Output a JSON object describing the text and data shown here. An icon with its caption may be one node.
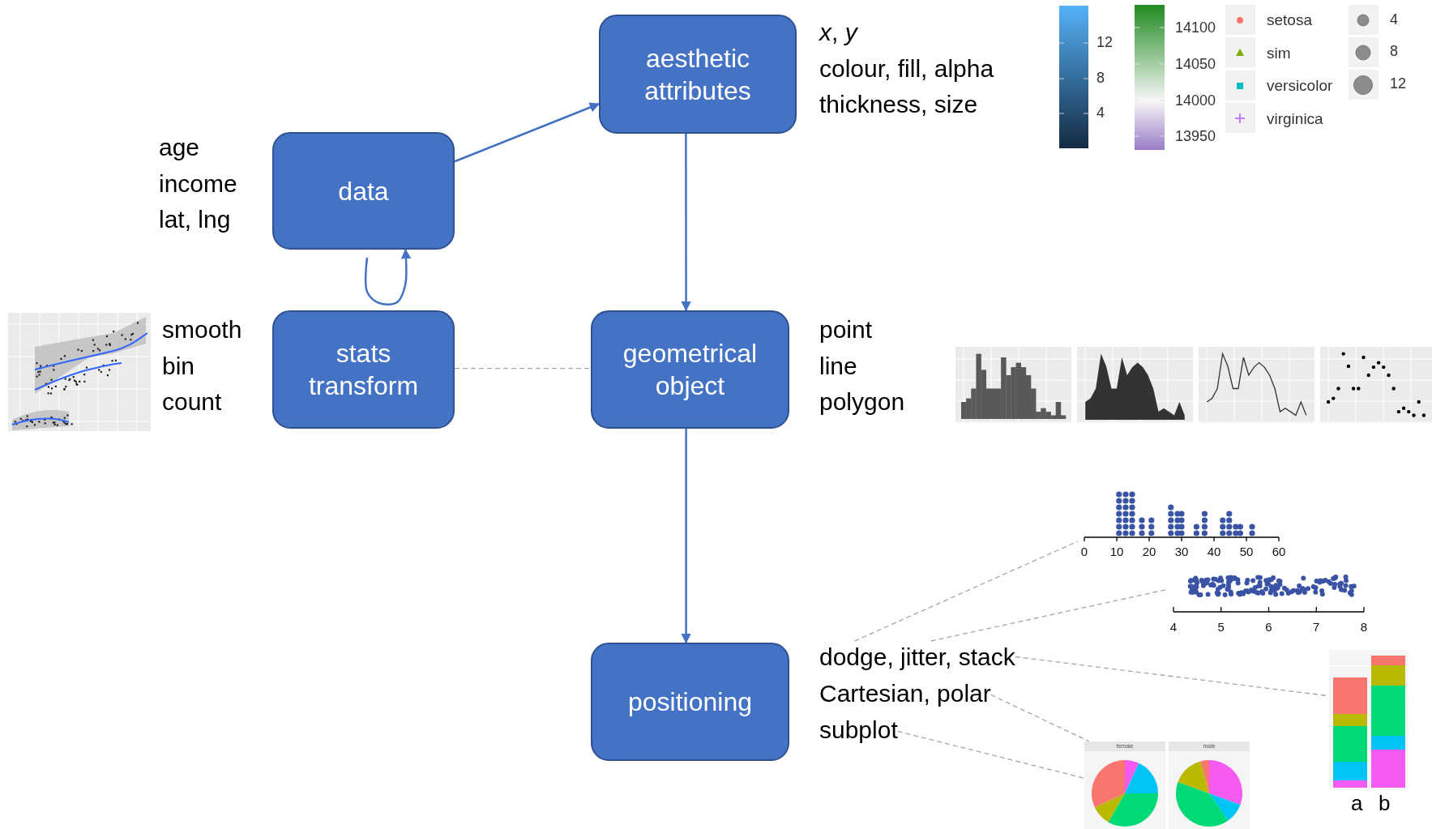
{
  "diagram": {
    "nodes": [
      {
        "text": [
          "aesthetic attributes"
        ],
        "beside": [
          "*x*, *y*",
          "colour, fill, alpha",
          "thickness, size"
        ]
      },
      {
        "text": [
          "data"
        ],
        "beside": [
          "age",
          "income",
          "lat, lng"
        ]
      },
      {
        "text": [
          "stats transform"
        ],
        "beside": [
          "smooth",
          "bin",
          "count"
        ]
      },
      {
        "text": [
          "geometrical object"
        ],
        "beside": [
          "point",
          "line",
          "polygon"
        ]
      },
      {
        "text": [],
        "shape": "picture"
      },
      {
        "text": [],
        "shape": "picture"
      },
      {
        "text": [
          "positioning"
        ]
      },
      {
        "text": [
          "dodge, jitter, stack"
        ]
      },
      {
        "text": [
          "Cartesian, polar"
        ]
      },
      {
        "text": [
          "subplot"
        ]
      },
      {
        "text": [],
        "shape": "picture",
        "beside": [
          "a",
          "b"
        ]
      },
      {
        "text": [],
        "shape": "picture"
      }
    ],
    "edges": [
      {
        "from": 1,
        "to": 0,
        "arrow": "to",
        "color": "#4472c4"
      },
      {
        "from": 0,
        "to": 3,
        "arrow": "to",
        "color": "#4472c4"
      },
      {
        "from": 3,
        "to": 6,
        "arrow": "to",
        "color": "#4472c4"
      },
      {
        "from": null,
        "to": 1,
        "arrow": "to",
        "color": "#4472c4"
      },
      {
        "from": 2,
        "to": 3,
        "arrow": "none",
        "style": "dashed"
      },
      {
        "from": 7,
        "to": 4,
        "arrow": "none",
        "style": "dashed"
      },
      {
        "from": 7,
        "to": 5,
        "arrow": "none",
        "style": "dashed"
      },
      {
        "from": 7,
        "to": 10,
        "arrow": "none",
        "style": "dashed"
      },
      {
        "from": 8,
        "to": 11,
        "arrow": "none",
        "style": "dashed"
      },
      {
        "from": 9,
        "to": 11,
        "arrow": "none",
        "style": "dashed"
      }
    ],
    "labels": [
      "12",
      "8",
      "4",
      "14100",
      "14050",
      "14000",
      "13950",
      "setosa",
      "sim",
      "versicolor",
      "virginica",
      "4",
      "8",
      "12",
      "0",
      "10",
      "20",
      "30",
      "40",
      "50",
      "60",
      "4",
      "5",
      "6",
      "7",
      "8",
      "female",
      "male"
    ]
  }
}
